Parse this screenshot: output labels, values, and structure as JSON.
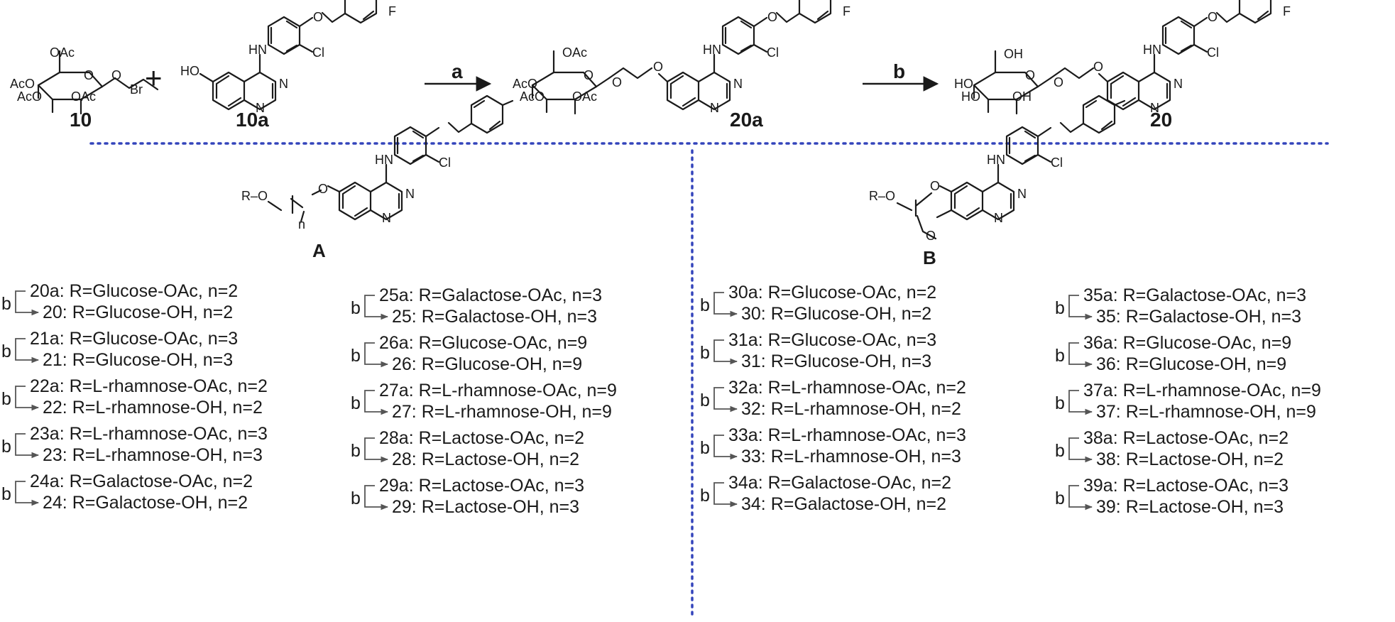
{
  "scheme": {
    "atoms": {
      "oac": "OAc",
      "ac": "Ac",
      "aco": "AcO",
      "o": "O",
      "br": "Br",
      "ho": "HO",
      "hn": "HN",
      "n": "N",
      "cl": "Cl",
      "f": "F",
      "oh": "OH",
      "r_o": "R–O",
      "n_sub": "n"
    },
    "compounds": {
      "c10": "10",
      "c10a": "10a",
      "c20a": "20a",
      "c20": "20"
    },
    "plus": "+",
    "arrow_a": "a",
    "arrow_b": "b",
    "label_A": "A",
    "label_B": "B",
    "table_A": {
      "col1": [
        {
          "top": "20a: R=Glucose-OAc, n=2",
          "bottom": "20: R=Glucose-OH, n=2"
        },
        {
          "top": "21a: R=Glucose-OAc, n=3",
          "bottom": "21: R=Glucose-OH, n=3"
        },
        {
          "top": "22a: R=L-rhamnose-OAc, n=2",
          "bottom": "22: R=L-rhamnose-OH, n=2"
        },
        {
          "top": "23a: R=L-rhamnose-OAc, n=3",
          "bottom": "23: R=L-rhamnose-OH, n=3"
        },
        {
          "top": "24a: R=Galactose-OAc, n=2",
          "bottom": "24: R=Galactose-OH, n=2"
        }
      ],
      "col2": [
        {
          "top": "25a: R=Galactose-OAc, n=3",
          "bottom": "25: R=Galactose-OH, n=3"
        },
        {
          "top": "26a: R=Glucose-OAc, n=9",
          "bottom": "26: R=Glucose-OH, n=9"
        },
        {
          "top": "27a: R=L-rhamnose-OAc, n=9",
          "bottom": "27: R=L-rhamnose-OH, n=9"
        },
        {
          "top": "28a: R=Lactose-OAc, n=2",
          "bottom": "28: R=Lactose-OH, n=2"
        },
        {
          "top": "29a: R=Lactose-OAc, n=3",
          "bottom": "29: R=Lactose-OH, n=3"
        }
      ]
    },
    "table_B": {
      "col1": [
        {
          "top": "30a: R=Glucose-OAc, n=2",
          "bottom": "30: R=Glucose-OH, n=2"
        },
        {
          "top": "31a: R=Glucose-OAc, n=3",
          "bottom": "31: R=Glucose-OH, n=3"
        },
        {
          "top": "32a: R=L-rhamnose-OAc, n=2",
          "bottom": "32: R=L-rhamnose-OH, n=2"
        },
        {
          "top": "33a: R=L-rhamnose-OAc, n=3",
          "bottom": "33: R=L-rhamnose-OH, n=3"
        },
        {
          "top": "34a: R=Galactose-OAc, n=2",
          "bottom": "34: R=Galactose-OH, n=2"
        }
      ],
      "col2": [
        {
          "top": "35a: R=Galactose-OAc, n=3",
          "bottom": "35: R=Galactose-OH, n=3"
        },
        {
          "top": "36a: R=Glucose-OAc, n=9",
          "bottom": "36: R=Glucose-OH, n=9"
        },
        {
          "top": "37a: R=L-rhamnose-OAc, n=9",
          "bottom": "37: R=L-rhamnose-OH, n=9"
        },
        {
          "top": "38a: R=Lactose-OAc, n=2",
          "bottom": "38: R=Lactose-OH, n=2"
        },
        {
          "top": "39a: R=Lactose-OAc, n=3",
          "bottom": "39: R=Lactose-OH, n=3"
        }
      ]
    },
    "colors": {
      "divider": "#3344bb",
      "ink": "#1a1a1a",
      "bracket": "#555555"
    }
  }
}
